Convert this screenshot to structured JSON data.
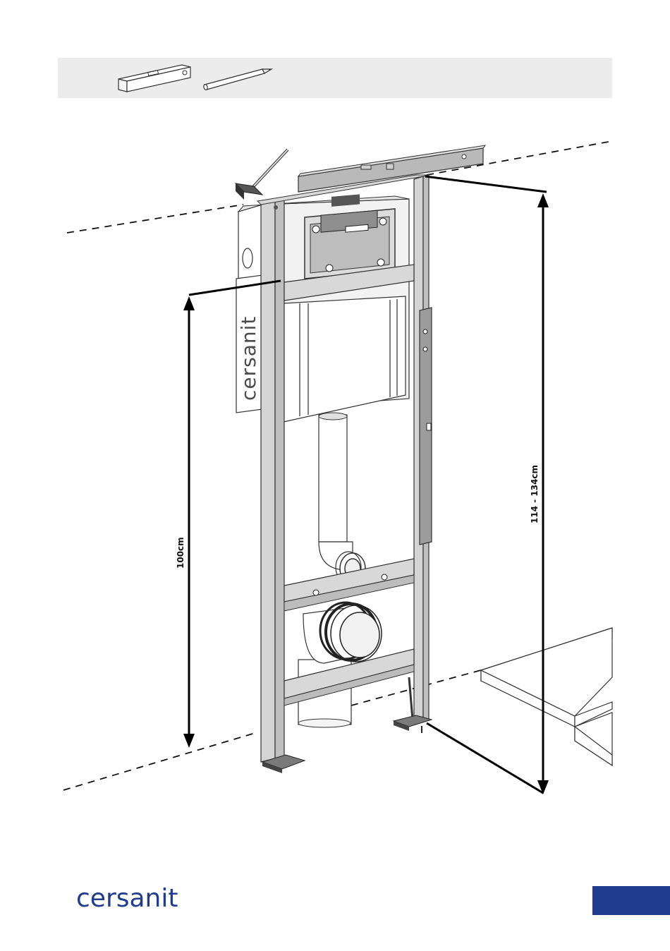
{
  "tools": {
    "items": [
      "spirit-level",
      "pencil"
    ]
  },
  "dimensions": {
    "frame_height": "114 - 134cm",
    "connection_height": "100cm"
  },
  "product": {
    "brand_on_tank": "cersanit"
  },
  "footer": {
    "logo": "cersanit"
  },
  "colors": {
    "brand_blue": "#1f3c8f",
    "toolbar_bg": "#ececec",
    "frame_grey": "#c8c8c8"
  }
}
